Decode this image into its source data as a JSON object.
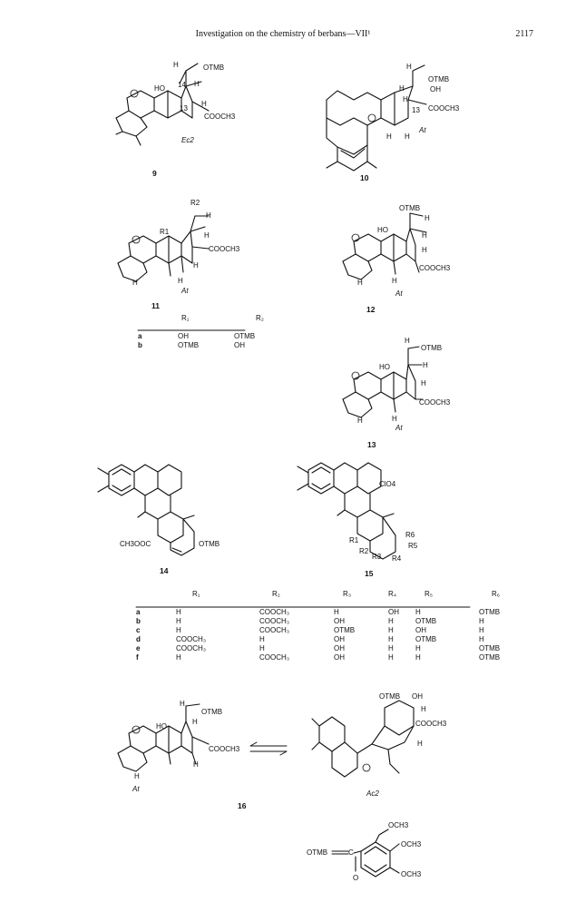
{
  "header": {
    "title": "Investigation on the chemistry of berbans—VII¹",
    "page": "2117"
  },
  "compounds": {
    "c9": {
      "number": "9",
      "conf": "Ec2",
      "labels": [
        "H",
        "OTMB",
        "HO",
        "H",
        "H",
        "COOCH3",
        "14",
        "13"
      ]
    },
    "c10": {
      "number": "10",
      "conf": "At",
      "labels": [
        "H",
        "OTMB",
        "H",
        "OH",
        "H",
        "COOCH3",
        "H",
        "H",
        "13"
      ]
    },
    "c11": {
      "number": "11",
      "conf": "At",
      "labels": [
        "R2",
        "H",
        "R1",
        "H",
        "COOCH3",
        "H",
        "H",
        "H"
      ]
    },
    "c12": {
      "number": "12",
      "conf": "At",
      "labels": [
        "OTMB",
        "H",
        "HO",
        "H",
        "H",
        "COOCH3",
        "H",
        "H"
      ]
    },
    "c13": {
      "number": "13",
      "conf": "At",
      "labels": [
        "H",
        "OTMB",
        "HO",
        "H",
        "H",
        "COOCH3",
        "H",
        "H"
      ]
    },
    "c14": {
      "number": "14",
      "labels": [
        "CH3OOC",
        "OTMB"
      ]
    },
    "c15": {
      "number": "15",
      "labels": [
        "ClO4",
        "R1",
        "R2",
        "R3",
        "R4",
        "R5",
        "R6"
      ]
    },
    "c16": {
      "number": "16",
      "conf_left": "At",
      "conf_right": "Ac2",
      "labels": [
        "H",
        "OTMB",
        "HO",
        "H",
        "COOCH3",
        "H",
        "H",
        "OTMB",
        "OH",
        "H",
        "COOCH3",
        "H"
      ]
    },
    "otmb": {
      "label": "OTMB",
      "groups": [
        "OCH3",
        "OCH3",
        "OCH3"
      ],
      "o": "O"
    }
  },
  "table11": {
    "headers": [
      "",
      "R₁",
      "R₂"
    ],
    "rows": [
      [
        "a",
        "OH",
        "OTMB"
      ],
      [
        "b",
        "OTMB",
        "OH"
      ]
    ]
  },
  "table15": {
    "headers": [
      "",
      "R₁",
      "R₂",
      "R₃",
      "R₄",
      "R₅",
      "R₆"
    ],
    "rows": [
      [
        "a",
        "H",
        "COOCH₃",
        "H",
        "OH",
        "H",
        "OTMB"
      ],
      [
        "b",
        "H",
        "COOCH₃",
        "OH",
        "H",
        "OTMB",
        "H"
      ],
      [
        "c",
        "H",
        "COOCH₃",
        "OTMB",
        "H",
        "OH",
        "H"
      ],
      [
        "d",
        "COOCH₃",
        "H",
        "OH",
        "H",
        "OTMB",
        "H"
      ],
      [
        "e",
        "COOCH₃",
        "H",
        "OH",
        "H",
        "H",
        "OTMB"
      ],
      [
        "f",
        "H",
        "COOCH₃",
        "OH",
        "H",
        "H",
        "OTMB"
      ]
    ]
  }
}
